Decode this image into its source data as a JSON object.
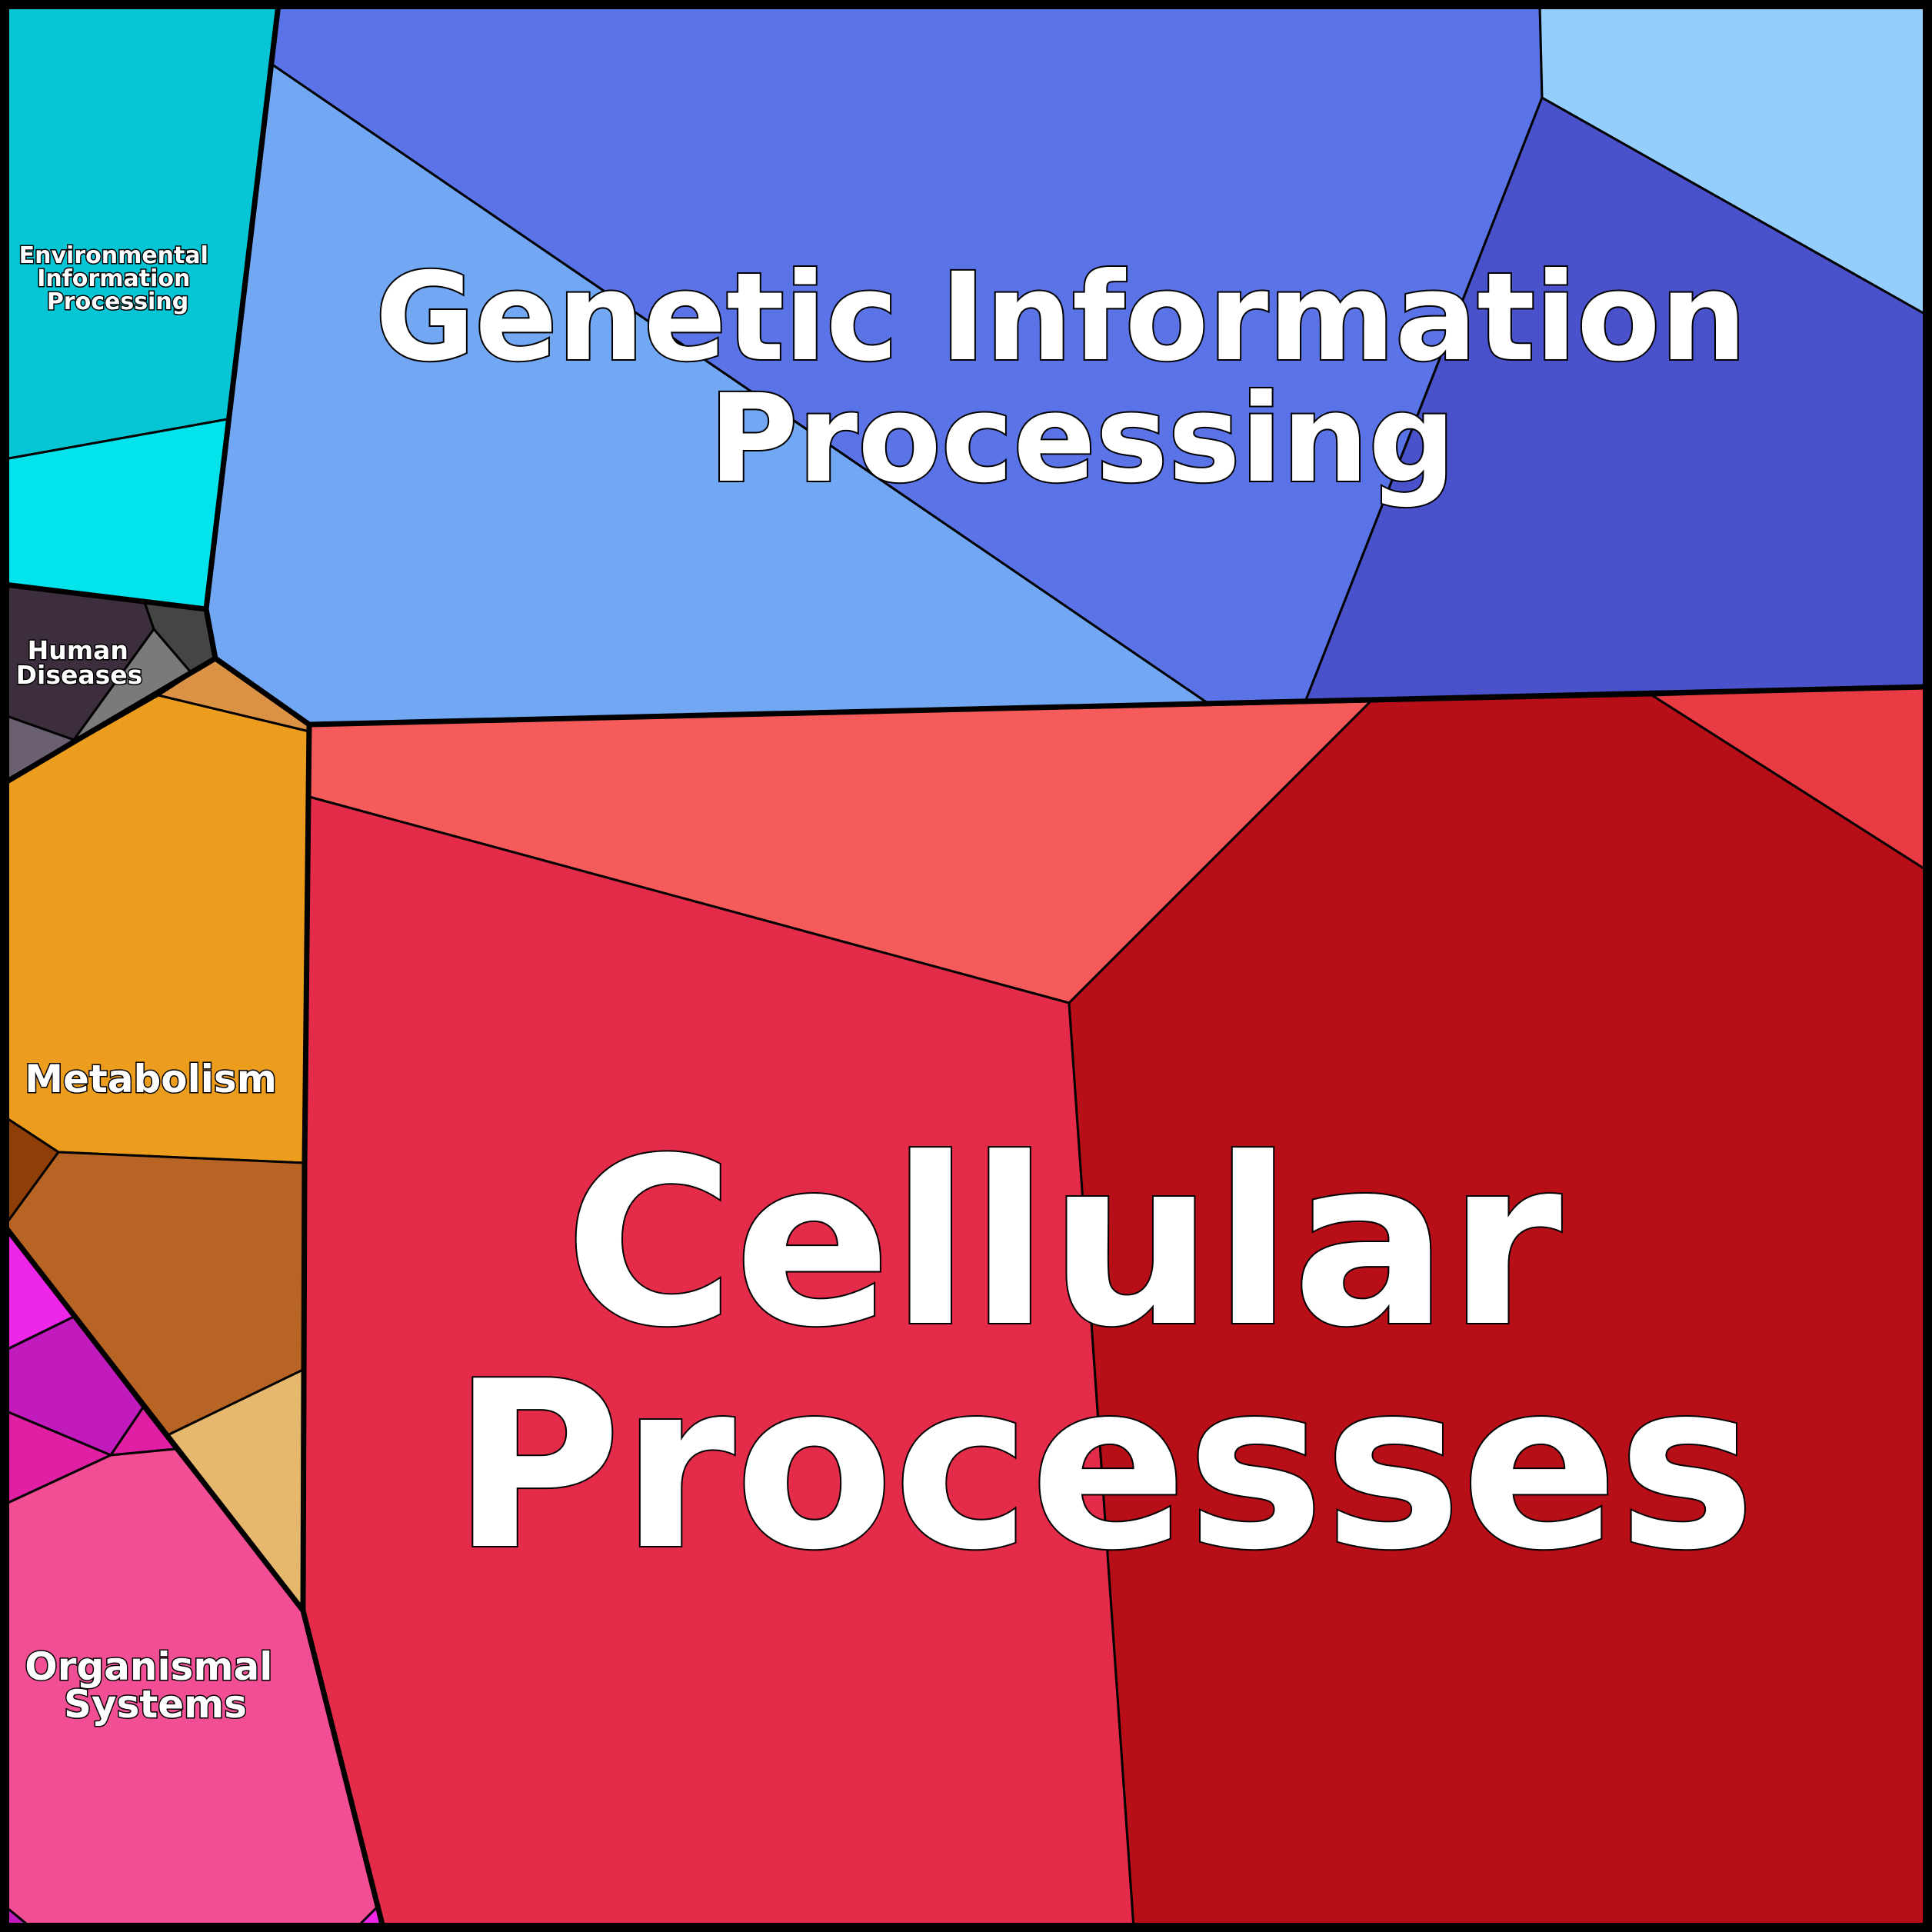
{
  "diagram": {
    "type": "voronoi-treemap",
    "categories": [
      {
        "key": "env",
        "label_lines": [
          "Environmental",
          "Information",
          "Processing"
        ],
        "color": "#06C6D6"
      },
      {
        "key": "gip",
        "label_lines": [
          "Genetic Information",
          "Processing"
        ],
        "color": "#5A74E8"
      },
      {
        "key": "hd",
        "label_lines": [
          "Human",
          "Diseases"
        ],
        "color": "#3D2E3E"
      },
      {
        "key": "met",
        "label_lines": [
          "Metabolism"
        ],
        "color": "#ED9D1E"
      },
      {
        "key": "org",
        "label_lines": [
          "Organismal",
          "Systems"
        ],
        "color": "#F24E95"
      },
      {
        "key": "cell",
        "label_lines": [
          "Cellular",
          "Processes"
        ],
        "color": "#E42B49"
      }
    ],
    "cell_colors": {
      "env_main": "#06C6D6",
      "env_sub": "#03E3EB",
      "gip_main": "#5A74E8",
      "gip_light": "#72A7F4",
      "gip_dark": "#4A52CB",
      "gip_sky": "#93CEFD",
      "hd_main": "#3D2E3E",
      "hd_dark": "#454545",
      "hd_grey": "#7A7A7A",
      "hd_mauve": "#6B5F72",
      "met_main": "#ED9D1E",
      "met_orange": "#DC9245",
      "met_brown": "#B86424",
      "met_dark": "#8E3E06",
      "met_tan": "#E6B86E",
      "org_magenta": "#EE26E8",
      "org_purple": "#C11BBD",
      "org_pink": "#E01FA4",
      "org_main": "#F24E95",
      "cell_main": "#E42B49",
      "cell_salmon": "#F65B5B",
      "cell_dark": "#B80E17",
      "cell_red": "#E93B44"
    }
  }
}
